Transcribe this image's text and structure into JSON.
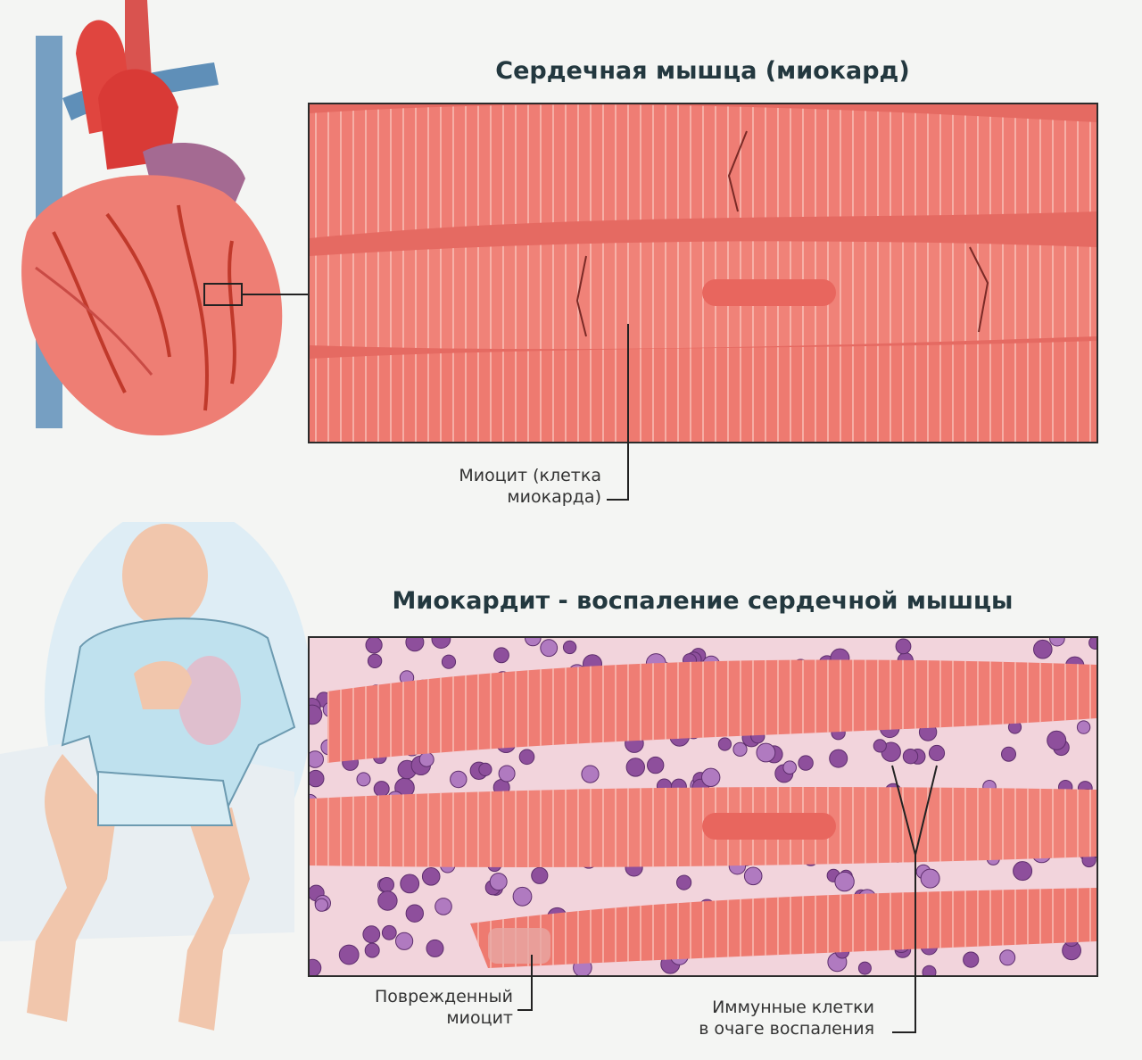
{
  "titles": {
    "heart_muscle": "Сердечная мышца (миокард)",
    "myocarditis": "Миокардит - воспаление сердечной мышцы"
  },
  "labels": {
    "myocyte": [
      "Миоцит (клетка",
      "миокарда)"
    ],
    "damaged_myocyte": [
      "Поврежденный",
      "миоцит"
    ],
    "immune_cells": [
      "Иммунные клетки",
      "в очаге воспаления"
    ]
  },
  "colors": {
    "background": "#f4f5f3",
    "title": "#23383f",
    "muscle": "#ef7d74",
    "immune_cell": "#8e4f9c"
  }
}
